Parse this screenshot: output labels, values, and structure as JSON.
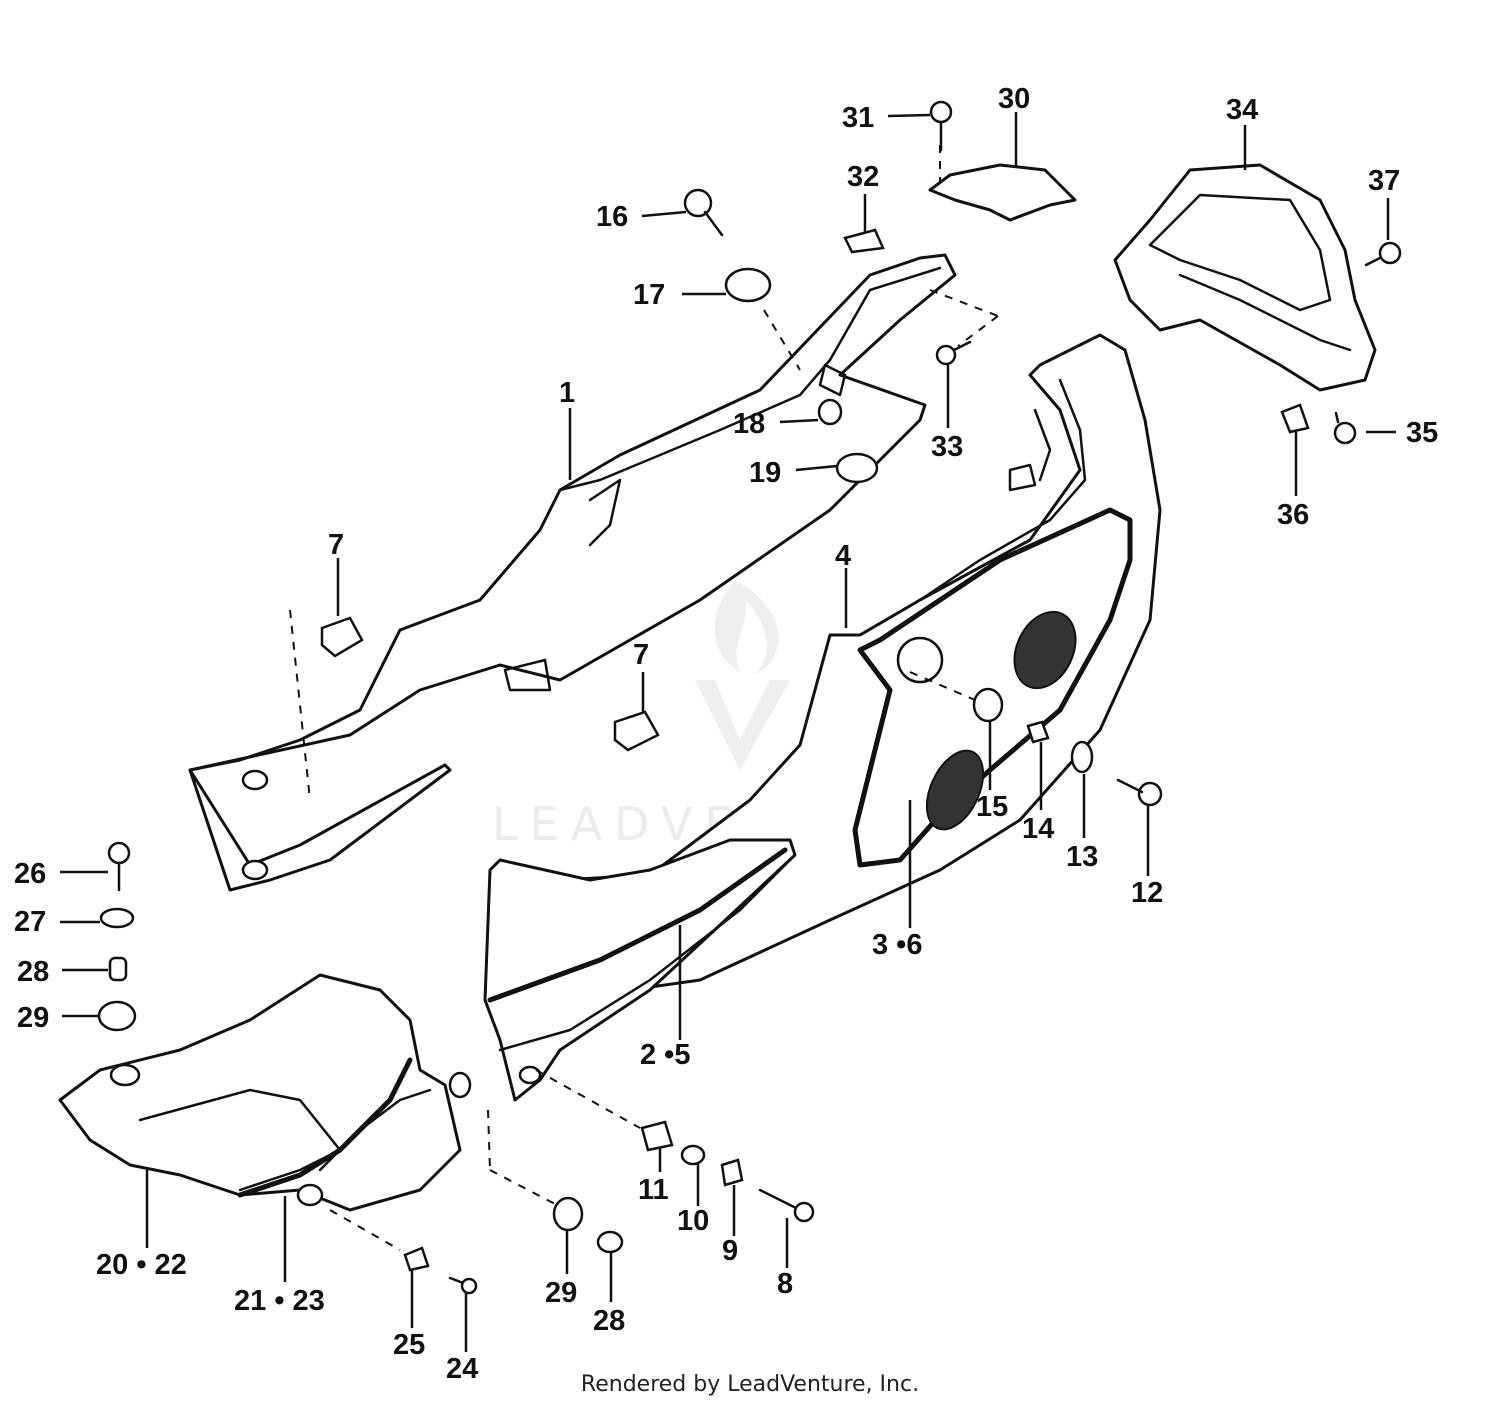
{
  "watermark": {
    "brand": "LEADVENTURE",
    "logo": "flame-v-logo"
  },
  "footer": {
    "text": "Rendered by LeadVenture, Inc."
  },
  "callouts": {
    "c1": "1",
    "c2_5": "2 •5",
    "c3_6": "3 •6",
    "c4": "4",
    "c7a": "7",
    "c7b": "7",
    "c8": "8",
    "c9": "9",
    "c10": "10",
    "c11": "11",
    "c12": "12",
    "c13": "13",
    "c14": "14",
    "c15": "15",
    "c16": "16",
    "c17": "17",
    "c18": "18",
    "c19": "19",
    "c20_22": "20 • 22",
    "c21_23": "21 • 23",
    "c24": "24",
    "c25": "25",
    "c26": "26",
    "c27": "27",
    "c28a": "28",
    "c28b": "28",
    "c29a": "29",
    "c29b": "29",
    "c30": "30",
    "c31": "31",
    "c32": "32",
    "c33": "33",
    "c34": "34",
    "c35": "35",
    "c36": "36",
    "c37": "37"
  }
}
